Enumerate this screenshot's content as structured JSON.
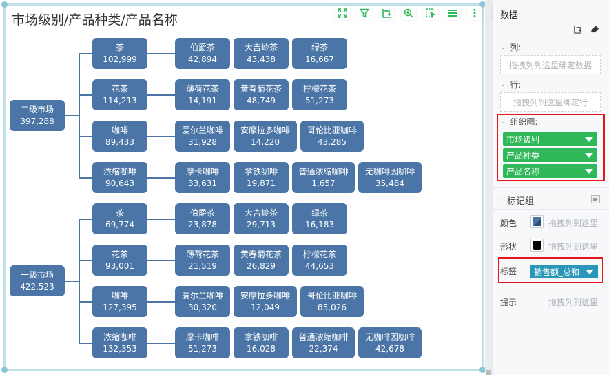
{
  "chart": {
    "title": "市场级别/产品种类/产品名称",
    "toolbar": [
      {
        "name": "fullscreen-icon"
      },
      {
        "name": "filter-icon"
      },
      {
        "name": "swap-axes-icon"
      },
      {
        "name": "zoom-in-icon"
      },
      {
        "name": "select-icon"
      },
      {
        "name": "list-icon"
      },
      {
        "name": "more-icon"
      }
    ]
  },
  "sidebar": {
    "title": "数据",
    "columns_label": "列:",
    "columns_placeholder": "拖拽列到这里绑定数据",
    "rows_label": "行:",
    "rows_placeholder": "拖拽列到这里绑定行",
    "org_label": "组织图:",
    "org_fields": [
      "市场级别",
      "产品种类",
      "产品名称"
    ],
    "marks_label": "标记组",
    "color_label": "颜色",
    "color_hint": "拖拽列到这里",
    "color_value": "#4a75a6",
    "shape_label": "形状",
    "shape_hint": "拖拽列到这里",
    "label_label": "标签",
    "label_value": "销售额_总和",
    "tooltip_label": "提示",
    "tooltip_hint": "拖拽列到这里"
  },
  "colors": {
    "node": "#4a75a6",
    "field_pill": "#2fb857",
    "label_pill": "#2a97b9",
    "highlight": "#e8141c",
    "toolbar_icon": "#2fb857"
  },
  "chart_data": {
    "type": "table",
    "title": "市场级别/产品种类/产品名称",
    "measure": "销售额_总和",
    "hierarchy": [
      "市场级别",
      "产品种类",
      "产品名称"
    ],
    "tree": [
      {
        "name": "二级市场",
        "value": "397,288",
        "children": [
          {
            "name": "茶",
            "value": "102,999",
            "children": [
              {
                "name": "伯爵茶",
                "value": "42,894"
              },
              {
                "name": "大吉岭茶",
                "value": "43,438"
              },
              {
                "name": "绿茶",
                "value": "16,667"
              }
            ]
          },
          {
            "name": "花茶",
            "value": "114,213",
            "children": [
              {
                "name": "薄荷花茶",
                "value": "14,191"
              },
              {
                "name": "黄春菊花茶",
                "value": "48,749"
              },
              {
                "name": "柠檬花茶",
                "value": "51,273"
              }
            ]
          },
          {
            "name": "咖啡",
            "value": "89,433",
            "children": [
              {
                "name": "爱尔兰咖啡",
                "value": "31,928"
              },
              {
                "name": "安摩拉多咖啡",
                "value": "14,220"
              },
              {
                "name": "哥伦比亚咖啡",
                "value": "43,285"
              }
            ]
          },
          {
            "name": "浓缩咖啡",
            "value": "90,643",
            "children": [
              {
                "name": "摩卡咖啡",
                "value": "33,631"
              },
              {
                "name": "拿铁咖啡",
                "value": "19,871"
              },
              {
                "name": "普通浓缩咖啡",
                "value": "1,657"
              },
              {
                "name": "无咖啡因咖啡",
                "value": "35,484"
              }
            ]
          }
        ]
      },
      {
        "name": "一级市场",
        "value": "422,523",
        "children": [
          {
            "name": "茶",
            "value": "69,774",
            "children": [
              {
                "name": "伯爵茶",
                "value": "23,878"
              },
              {
                "name": "大吉岭茶",
                "value": "29,713"
              },
              {
                "name": "绿茶",
                "value": "16,183"
              }
            ]
          },
          {
            "name": "花茶",
            "value": "93,001",
            "children": [
              {
                "name": "薄荷花茶",
                "value": "21,519"
              },
              {
                "name": "黄春菊花茶",
                "value": "26,829"
              },
              {
                "name": "柠檬花茶",
                "value": "44,653"
              }
            ]
          },
          {
            "name": "咖啡",
            "value": "127,395",
            "children": [
              {
                "name": "爱尔兰咖啡",
                "value": "30,320"
              },
              {
                "name": "安摩拉多咖啡",
                "value": "12,049"
              },
              {
                "name": "哥伦比亚咖啡",
                "value": "85,026"
              }
            ]
          },
          {
            "name": "浓缩咖啡",
            "value": "132,353",
            "children": [
              {
                "name": "摩卡咖啡",
                "value": "51,273"
              },
              {
                "name": "拿铁咖啡",
                "value": "16,028"
              },
              {
                "name": "普通浓缩咖啡",
                "value": "22,374"
              },
              {
                "name": "无咖啡因咖啡",
                "value": "42,678"
              }
            ]
          }
        ]
      }
    ]
  }
}
